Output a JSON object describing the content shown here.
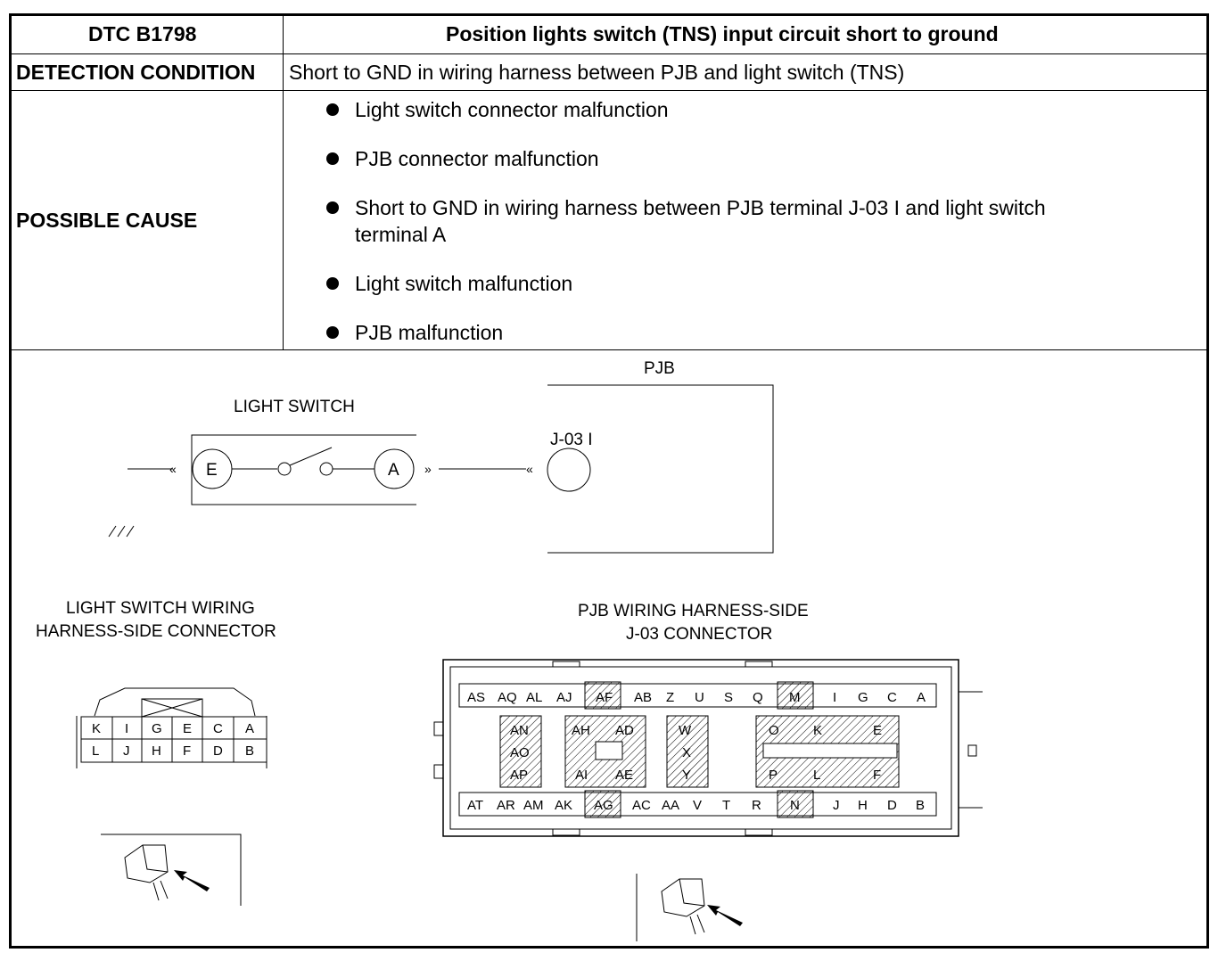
{
  "table": {
    "dtc_code": "DTC B1798",
    "dtc_title": "Position lights switch (TNS) input circuit short to ground",
    "detection_label": "DETECTION CONDITION",
    "detection_value": "Short to GND in wiring harness between PJB and light switch (TNS)",
    "cause_label": "POSSIBLE CAUSE",
    "causes": [
      "Light switch connector malfunction",
      "PJB connector malfunction",
      "Short to GND in wiring harness between PJB terminal J-03 I and light switch terminal A",
      "Light switch malfunction",
      "PJB malfunction"
    ]
  },
  "diagram": {
    "pjb_label": "PJB",
    "light_switch_label": "LIGHT SWITCH",
    "terminal_e": "E",
    "terminal_a": "A",
    "pjb_terminal": "J-03 I",
    "ls_connector_title_1": "LIGHT SWITCH WIRING",
    "ls_connector_title_2": "HARNESS-SIDE CONNECTOR",
    "pjb_connector_title_1": "PJB WIRING HARNESS-SIDE",
    "pjb_connector_title_2": "J-03 CONNECTOR",
    "ls_pins_top": [
      "K",
      "I",
      "G",
      "E",
      "C",
      "A"
    ],
    "ls_pins_bottom": [
      "L",
      "J",
      "H",
      "F",
      "D",
      "B"
    ],
    "pjb_top_row": [
      "AS",
      "AQ",
      "AL",
      "AJ",
      "AF",
      "AB",
      "Z",
      "U",
      "S",
      "Q",
      "M",
      "I",
      "G",
      "C",
      "A"
    ],
    "pjb_bottom_row": [
      "AT",
      "AR",
      "AM",
      "AK",
      "AG",
      "AC",
      "AA",
      "V",
      "T",
      "R",
      "N",
      "J",
      "H",
      "D",
      "B"
    ],
    "pjb_col1": [
      "AN",
      "AO",
      "AP"
    ],
    "pjb_mid_left": [
      "AH",
      "AD",
      "AI",
      "AE"
    ],
    "pjb_col_wxy": [
      "W",
      "X",
      "Y"
    ],
    "pjb_right_block": [
      "O",
      "K",
      "E",
      "P",
      "L",
      "F"
    ]
  }
}
